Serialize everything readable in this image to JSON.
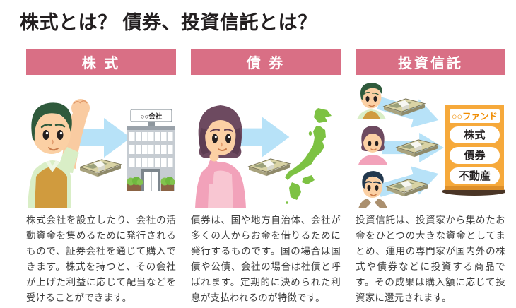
{
  "page": {
    "title": "株式とは？ 債券、投資信託とは？"
  },
  "colors": {
    "header_pink": "#d96f85",
    "arrow_blue": "#b7e2f8",
    "map_green": "#7dc243",
    "board_orange": "#f6a93b",
    "title_black": "#231f20",
    "body_text": "#3c3c3c"
  },
  "columns": [
    {
      "header": "株 式",
      "description": "株式会社を設立したり、会社の活動資金を集めるために発行されるもので、証券会社を通じて購入できます。株式を持つと、その会社が上げた利益に応じて配当などを受けることができます。",
      "illustration": {
        "building_sign": "○○会社"
      }
    },
    {
      "header": "債 券",
      "description": "債券は、国や地方自治体、会社が多くの人からお金を借りるために発行するものです。国の場合は国債や公債、会社の場合は社債と呼ばれます。定期的に決められた利息が支払われるのが特徴です。"
    },
    {
      "header": "投資信託",
      "description": "投資信託は、投資家から集めたお金をひとつの大きな資金としてまとめ、運用の専門家が国内外の株式や債券などに投資する商品です。その成果は購入額に応じて投資家に還元されます。",
      "illustration": {
        "fund_sign": "○○ファンド",
        "fund_items": [
          "株式",
          "債券",
          "不動産"
        ]
      }
    }
  ]
}
